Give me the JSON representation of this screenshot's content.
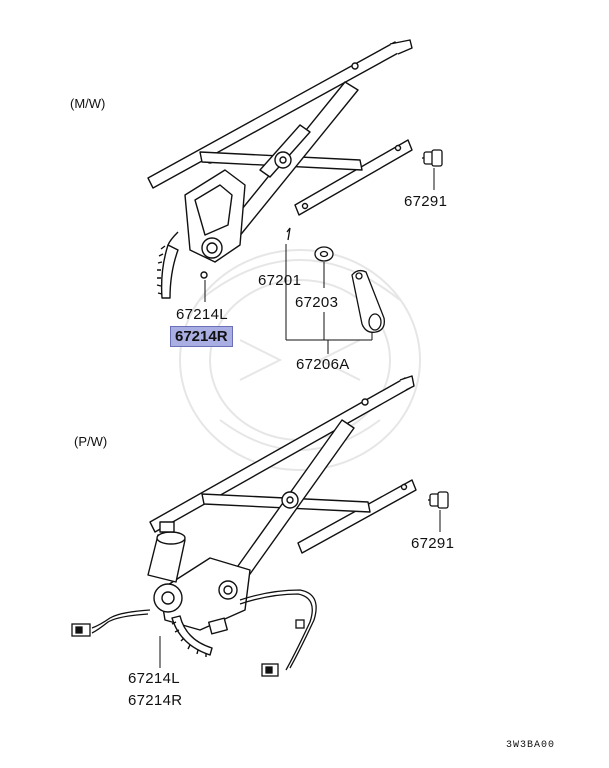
{
  "variants": {
    "manual": "(M/W)",
    "power": "(P/W)"
  },
  "parts": {
    "regulator_left_mw": "67214L",
    "regulator_right_mw": "67214R",
    "clip_mw": "67291",
    "spring_clip": "67201",
    "washer": "67203",
    "handle_assy": "67206A",
    "clip_pw": "67291",
    "regulator_left_pw": "67214L",
    "regulator_right_pw": "67214R"
  },
  "highlighted_part": "67214R",
  "highlight_color": "#a9aee3",
  "diagram_code": "3W3BA00"
}
